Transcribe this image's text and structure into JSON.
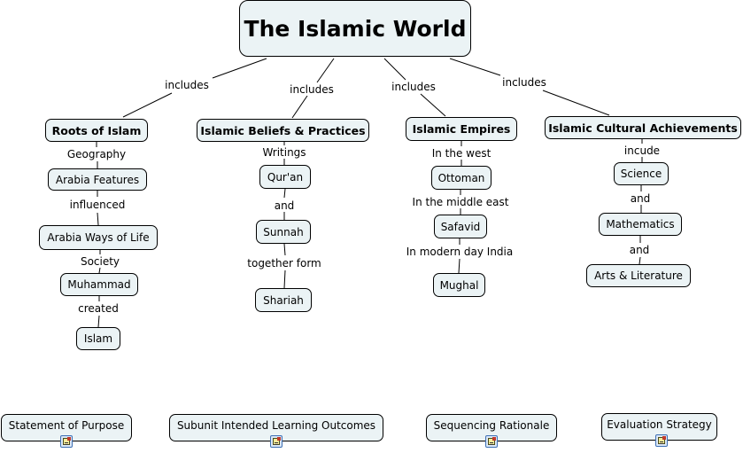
{
  "title": "The Islamic World",
  "nodes": {
    "root": "The Islamic World",
    "roots": "Roots of Islam",
    "arabia_features": "Arabia Features",
    "arabia_ways": "Arabia Ways of Life",
    "muhammad": "Muhammad",
    "islam": "Islam",
    "beliefs": "Islamic Beliefs & Practices",
    "quran": "Qur'an",
    "sunnah": "Sunnah",
    "shariah": "Shariah",
    "empires": "Islamic Empires",
    "ottoman": "Ottoman",
    "safavid": "Safavid",
    "mughal": "Mughal",
    "cultural": "Islamic Cultural Achievements",
    "science": "Science",
    "mathematics": "Mathematics",
    "arts": "Arts & Literature",
    "purpose": "Statement of Purpose",
    "outcomes": "Subunit Intended Learning Outcomes",
    "sequencing": "Sequencing Rationale",
    "evaluation": "Evaluation Strategy"
  },
  "links": {
    "includes1": "includes",
    "includes2": "includes",
    "includes3": "includes",
    "includes4": "includes",
    "geography": "Geography",
    "influenced": "influenced",
    "society": "Society",
    "created": "created",
    "writings": "Writings",
    "and1": "and",
    "together": "together form",
    "west": "In the west",
    "mideast": "In the middle east",
    "india": "In modern day India",
    "incude": "incude",
    "and2": "and",
    "and3": "and"
  },
  "attachments": {
    "icon": "document-attachment-icon"
  }
}
